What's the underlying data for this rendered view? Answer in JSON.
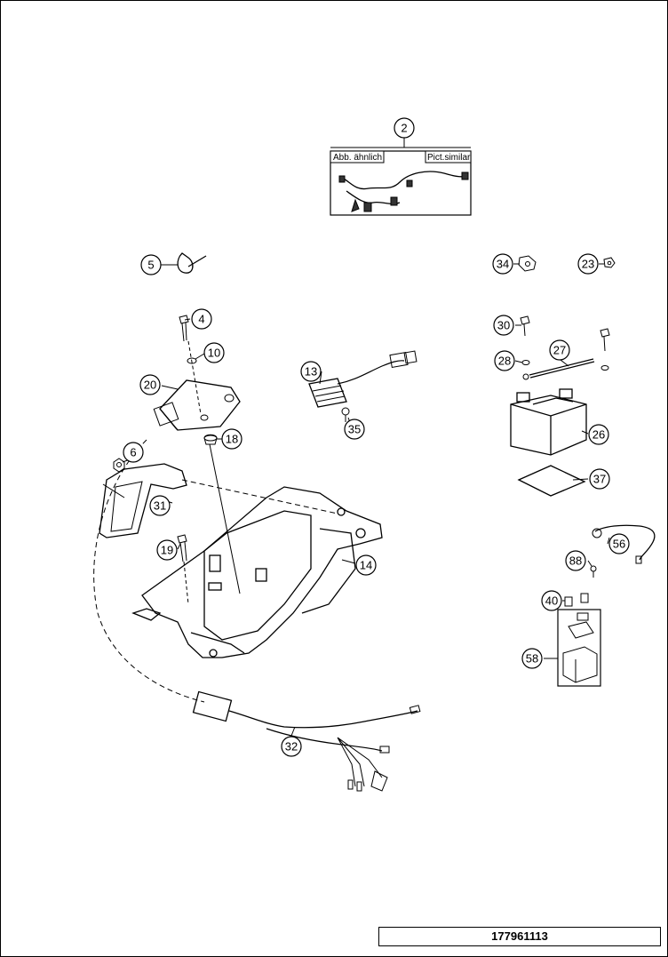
{
  "inset": {
    "label_left": "Abb. ähnlich",
    "label_right": "Pict.similar"
  },
  "callouts": {
    "c2": "2",
    "c5": "5",
    "c34": "34",
    "c23": "23",
    "c4": "4",
    "c10": "10",
    "c20": "20",
    "c13": "13",
    "c35": "35",
    "c18": "18",
    "c6": "6",
    "c31": "31",
    "c19": "19",
    "c14": "14",
    "c30": "30",
    "c27": "27",
    "c28": "28",
    "c26": "26",
    "c37": "37",
    "c56": "56",
    "c88": "88",
    "c40": "40",
    "c58": "58",
    "c32": "32"
  },
  "drawing_number": "177961113"
}
